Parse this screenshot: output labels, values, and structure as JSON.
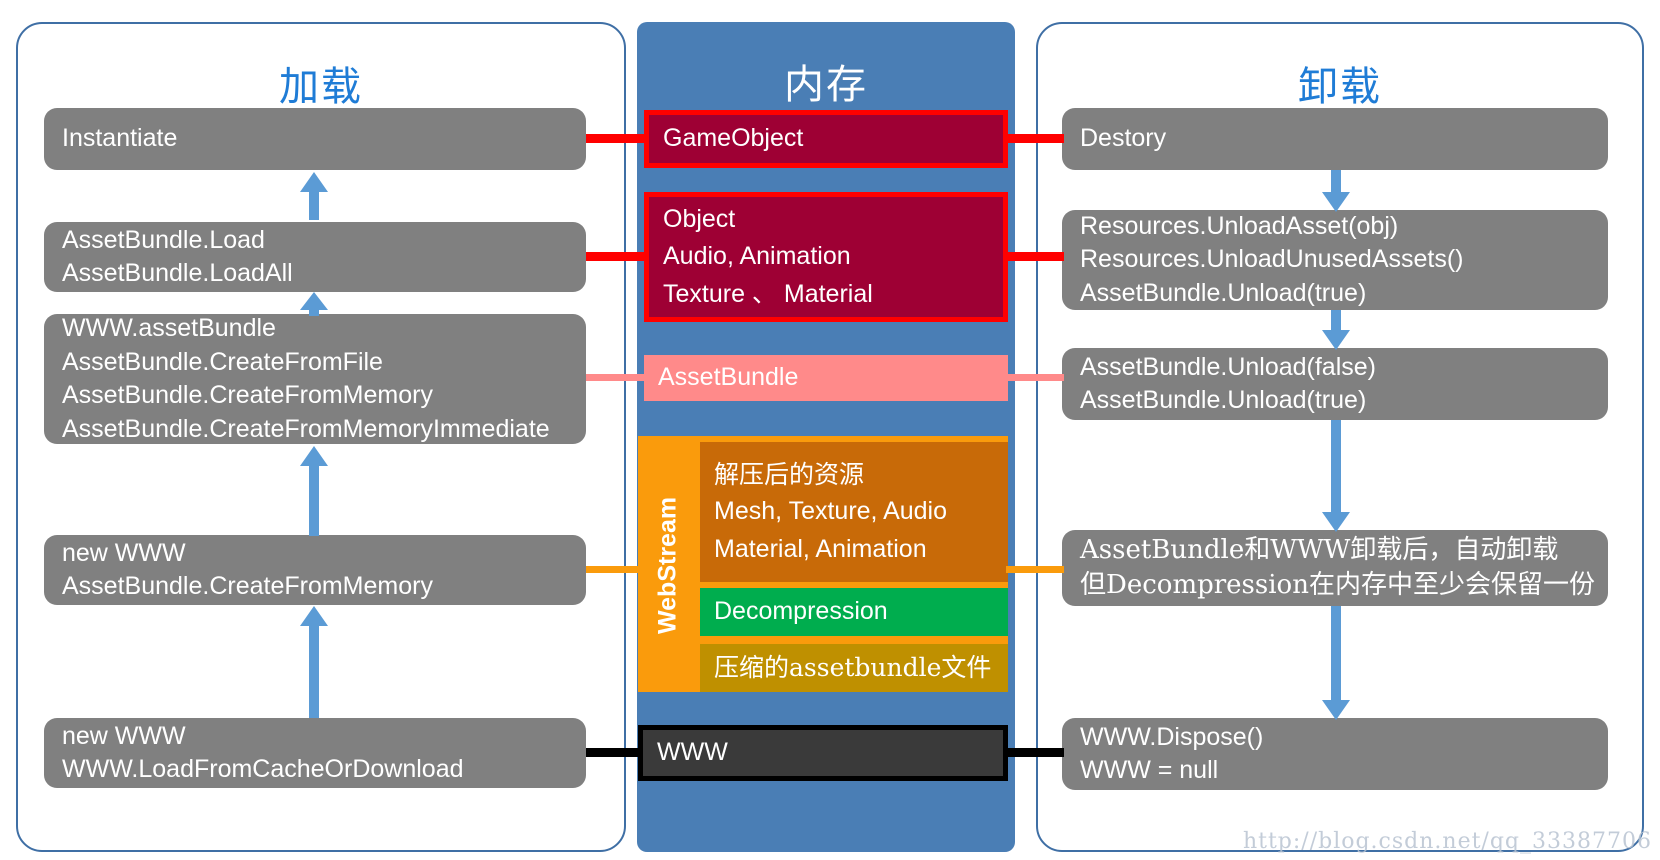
{
  "diagram": {
    "title_load": "加载",
    "title_memory": "内存",
    "title_unload": "卸载",
    "watermark": "http://blog.csdn.net/qq_33387706",
    "colors": {
      "panel_border": "#3f6FA5",
      "panel_title": "#1F7CD6",
      "memory_bg": "#4A7EB5",
      "process_box": "#808080",
      "dark_red": "#9E0034",
      "red_outline": "#FF0000",
      "pink": "#FF8A8A",
      "black": "#3A3A3A",
      "orange": "#FA9B0C",
      "brown": "#C86A08",
      "green": "#00AD4E",
      "olive": "#BF9000",
      "arrow_blue": "#5B9BD5"
    }
  },
  "load_column": {
    "boxes": [
      {
        "id": "instantiate",
        "lines": [
          "Instantiate"
        ]
      },
      {
        "id": "assetbundle-load",
        "lines": [
          "AssetBundle.Load",
          "AssetBundle.LoadAll"
        ]
      },
      {
        "id": "www-assetbundle",
        "lines": [
          "WWW.assetBundle",
          "AssetBundle.CreateFromFile",
          "AssetBundle.CreateFromMemory",
          "AssetBundle.CreateFromMemoryImmediate"
        ]
      },
      {
        "id": "new-www-createfrommemory",
        "lines": [
          "new WWW",
          "AssetBundle.CreateFromMemory"
        ]
      },
      {
        "id": "new-www-loadfromcache",
        "lines": [
          "new WWW",
          "WWW.LoadFromCacheOrDownload"
        ]
      }
    ]
  },
  "memory_column": {
    "blocks": [
      {
        "id": "gameobject",
        "style": "dark-red",
        "lines": [
          "GameObject"
        ]
      },
      {
        "id": "object-group",
        "style": "dark-red",
        "lines": [
          "Object",
          "Audio, Animation",
          "Texture 、 Material"
        ]
      },
      {
        "id": "assetbundle",
        "style": "pink",
        "lines": [
          "AssetBundle"
        ]
      },
      {
        "id": "webstream",
        "style": "orange",
        "label": "WebStream",
        "inner": [
          {
            "id": "decompressed-resources",
            "style": "brown",
            "lines": [
              "解压后的资源",
              "Mesh, Texture, Audio",
              "Material, Animation"
            ]
          },
          {
            "id": "decompression",
            "style": "green",
            "lines": [
              "Decompression"
            ]
          },
          {
            "id": "compressed-assetbundle-file",
            "style": "olive",
            "lines": [
              "压缩的assetbundle文件"
            ]
          }
        ]
      },
      {
        "id": "www",
        "style": "black",
        "lines": [
          "WWW"
        ]
      }
    ]
  },
  "unload_column": {
    "boxes": [
      {
        "id": "destory",
        "lines": [
          "Destory"
        ]
      },
      {
        "id": "resources-unload",
        "lines": [
          "Resources.UnloadAsset(obj)",
          "Resources.UnloadUnusedAssets()",
          "AssetBundle.Unload(true)"
        ]
      },
      {
        "id": "assetbundle-unload",
        "lines": [
          "AssetBundle.Unload(false)",
          "AssetBundle.Unload(true)"
        ]
      },
      {
        "id": "auto-unload-note",
        "lines": [
          "AssetBundle和WWW卸载后，自动卸载",
          "但Decompression在内存中至少会保留一份"
        ]
      },
      {
        "id": "www-dispose",
        "lines": [
          "WWW.Dispose()",
          "WWW = null"
        ]
      }
    ]
  }
}
